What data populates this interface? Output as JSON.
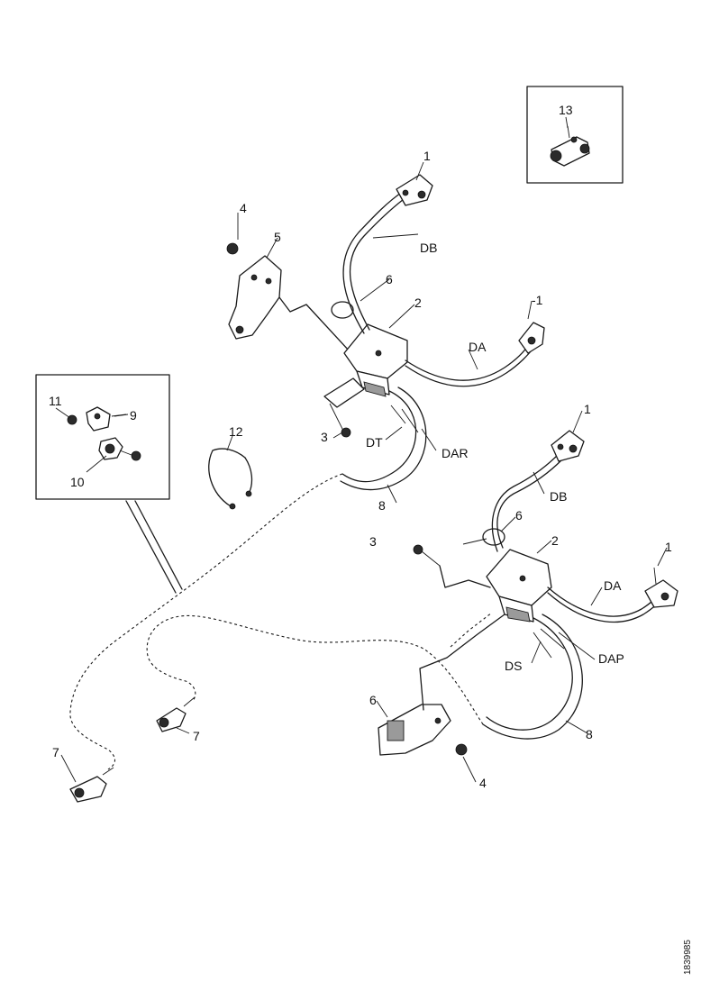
{
  "figure_ref": "1839985",
  "labels": {
    "l1a": "1",
    "l1b": "-1",
    "l1c": "1",
    "l1d": "1",
    "l2a": "2",
    "l2b": "2",
    "l3a": "3",
    "l3b": "3",
    "l4a": "4",
    "l4b": "4",
    "l5": "5",
    "l6a": "6",
    "l6b": "6",
    "l6c": "6",
    "l7a": "7",
    "l7b": "7",
    "l8a": "8",
    "l8b": "8",
    "l9": "9",
    "l10": "10",
    "l11": "11",
    "l12": "12",
    "l13": "13",
    "db1": "DB",
    "da1": "DA",
    "dt": "DT",
    "dar": "DAR",
    "db2": "DB",
    "da2": "DA",
    "ds": "DS",
    "dap": "DAP"
  }
}
